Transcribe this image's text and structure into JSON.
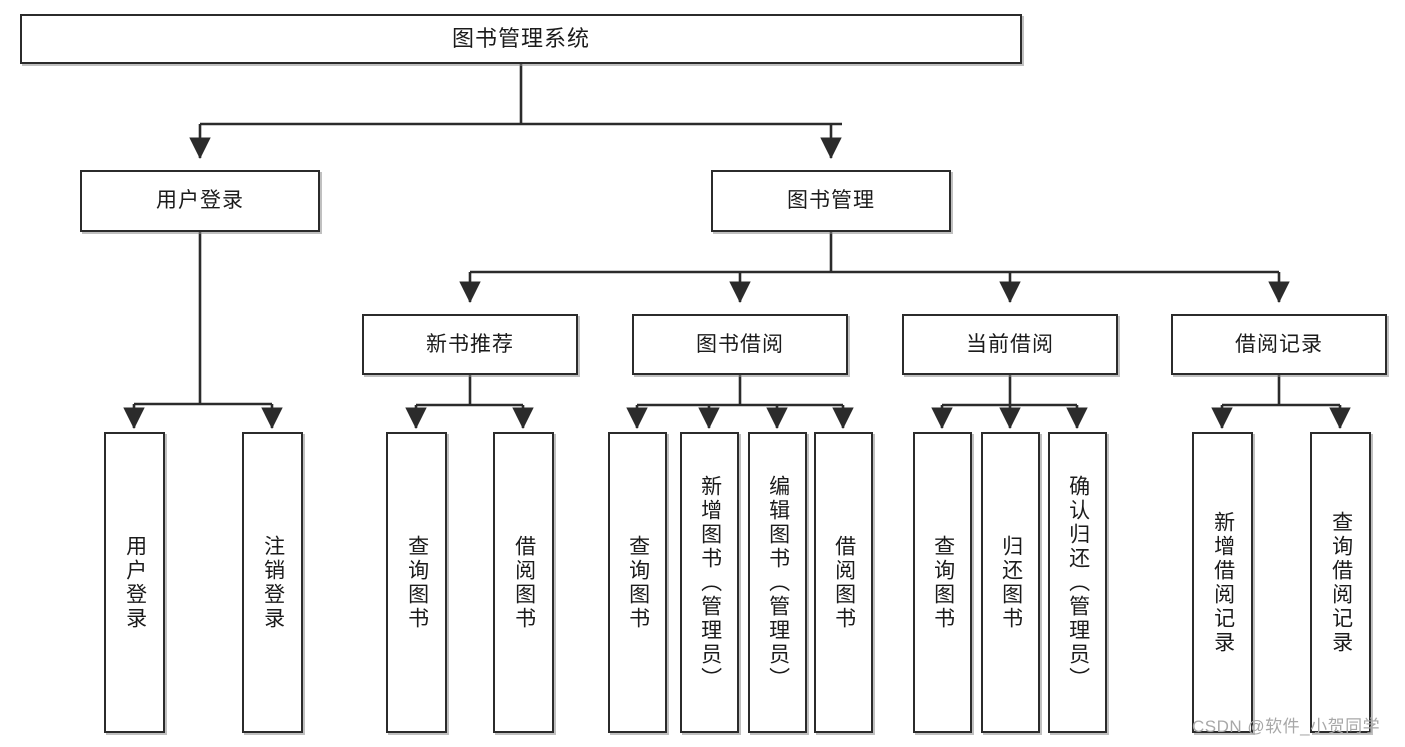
{
  "diagram": {
    "title": "图书管理系统",
    "type": "tree",
    "watermark": "CSDN @软件_小贺同学",
    "colors": {
      "box_border": "#2b2b2b",
      "box_fill": "#ffffff",
      "connector": "#2b2b2b",
      "watermark": "#a8a8a8",
      "background": "#ffffff"
    },
    "nodes": {
      "root": {
        "label": "图书管理系统"
      },
      "level2": [
        {
          "id": "user-login",
          "label": "用户登录"
        },
        {
          "id": "book-management",
          "label": "图书管理"
        }
      ],
      "level3": [
        {
          "id": "new-book-recommend",
          "label": "新书推荐",
          "parent": "book-management"
        },
        {
          "id": "book-borrow",
          "label": "图书借阅",
          "parent": "book-management"
        },
        {
          "id": "current-borrow",
          "label": "当前借阅",
          "parent": "book-management"
        },
        {
          "id": "borrow-record",
          "label": "借阅记录",
          "parent": "book-management"
        }
      ],
      "leaves": {
        "user-login": [
          {
            "id": "leaf-user-login",
            "label": "用户登录"
          },
          {
            "id": "leaf-logout-login",
            "label": "注销登录"
          }
        ],
        "new-book-recommend": [
          {
            "id": "leaf-query-book-1",
            "label": "查询图书"
          },
          {
            "id": "leaf-borrow-book-1",
            "label": "借阅图书"
          }
        ],
        "book-borrow": [
          {
            "id": "leaf-query-book-2",
            "label": "查询图书"
          },
          {
            "id": "leaf-add-book",
            "label": "新增图书（管理员）"
          },
          {
            "id": "leaf-edit-book",
            "label": "编辑图书（管理员）"
          },
          {
            "id": "leaf-borrow-book-2",
            "label": "借阅图书"
          }
        ],
        "current-borrow": [
          {
            "id": "leaf-query-book-3",
            "label": "查询图书"
          },
          {
            "id": "leaf-return-book",
            "label": "归还图书"
          },
          {
            "id": "leaf-confirm-return",
            "label": "确认归还（管理员）"
          }
        ],
        "borrow-record": [
          {
            "id": "leaf-add-record",
            "label": "新增借阅记录"
          },
          {
            "id": "leaf-query-record",
            "label": "查询借阅记录"
          }
        ]
      }
    }
  }
}
